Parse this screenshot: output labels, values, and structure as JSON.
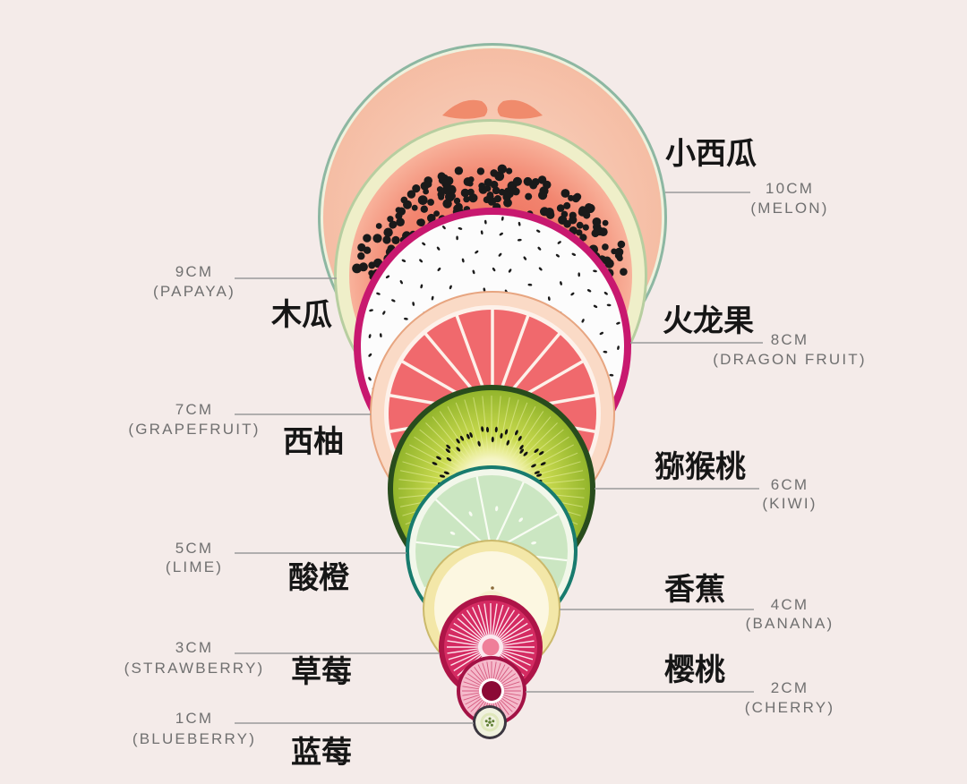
{
  "colors": {
    "background": "#f4ebe9",
    "leader_line": "#9a9a9a",
    "label_en": "#707070",
    "label_zh": "#161616"
  },
  "fruits": {
    "melon": {
      "zh": "小西瓜",
      "size": "10CM",
      "en": "(MELON)",
      "colors": {
        "rind": "#8db7a2",
        "pith": "#eef2de",
        "flesh_light": "#fad7c6",
        "flesh": "#f5bda4",
        "seed": "#f08b6c"
      }
    },
    "papaya": {
      "zh": "木瓜",
      "size": "9CM",
      "en": "(PAPAYA)",
      "colors": {
        "rind": "#b7cea0",
        "skin": "#efefc9",
        "flesh_dark": "#ec6152",
        "flesh": "#f28670",
        "flesh_light": "#f8b29b",
        "seed": "#1a1a1a"
      }
    },
    "dragon_fruit": {
      "zh": "火龙果",
      "size": "8CM",
      "en": "(DRAGON FRUIT)",
      "colors": {
        "skin": "#c8186f",
        "flesh": "#fcfcfc",
        "seed": "#1c1c1c"
      }
    },
    "grapefruit": {
      "zh": "西柚",
      "size": "7CM",
      "en": "(GRAPEFRUIT)",
      "colors": {
        "peel_edge": "#e7a580",
        "peel": "#fadac6",
        "pith": "#fdf1ea",
        "segment": "#f0696d"
      }
    },
    "kiwi": {
      "zh": "猕猴桃",
      "size": "6CM",
      "en": "(KIWI)",
      "colors": {
        "skin": "#284c1d",
        "flesh": "#93b52c",
        "flesh_mid": "#c9da4f",
        "flesh_light": "#e8ec95",
        "core": "#f5f5c6",
        "seed": "#121212",
        "ray": "#edf3a6"
      }
    },
    "lime": {
      "zh": "酸橙",
      "size": "5CM",
      "en": "(LIME)",
      "colors": {
        "rind": "#187b6e",
        "pith": "#f2f7ea",
        "flesh": "#cbe6c2",
        "divider": "#f8fcf3"
      }
    },
    "banana": {
      "zh": "香蕉",
      "size": "4CM",
      "en": "(BANANA)",
      "colors": {
        "edge": "#cbb96b",
        "peel": "#f3e7a8",
        "flesh": "#fcf7e1",
        "core": "#f6efcf",
        "speck": "#8a6a3a"
      }
    },
    "strawberry": {
      "zh": "草莓",
      "size": "3CM",
      "en": "(STRAWBERRY)",
      "colors": {
        "skin": "#ae1548",
        "flesh": "#d42b62",
        "ray": "#fde4ec",
        "core_ring": "#fbe9ef",
        "core": "#ef7f99"
      }
    },
    "cherry": {
      "zh": "樱桃",
      "size": "2CM",
      "en": "(CHERRY)",
      "colors": {
        "skin": "#a31245",
        "flesh": "#f5bacb",
        "ray": "#d65b80",
        "core_ring": "#ffffff",
        "pit": "#8c0a36"
      }
    },
    "blueberry": {
      "zh": "蓝莓",
      "size": "1CM",
      "en": "(BLUEBERRY)",
      "colors": {
        "skin": "#3b3640",
        "flesh": "#f0f1de",
        "ring": "#dfe7bb",
        "star": "#5f7f34"
      }
    }
  }
}
